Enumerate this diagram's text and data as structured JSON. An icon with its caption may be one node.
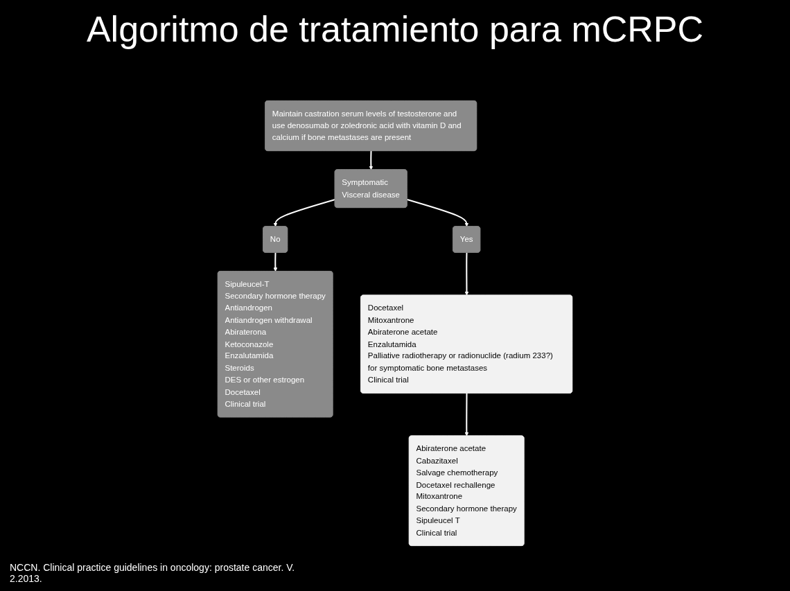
{
  "diagram": {
    "title": "Algoritmo de tratamiento para mCRPC",
    "caption": "NCCN. Clinical practice guidelines in oncology: prostate cancer. V. 2.2013.",
    "nodes": [
      {
        "text": [
          "Maintain castration serum levels of testosterone and use denosumab or zoledronic acid with vitamin D and calcium if bone metastases are present"
        ]
      },
      {
        "text": [
          "Symptomatic",
          "Visceral disease"
        ]
      },
      {
        "text": [
          "No"
        ]
      },
      {
        "text": [
          "Yes"
        ]
      },
      {
        "text": [
          "Sipuleucel-T",
          "Secondary hormone therapy",
          "Antiandrogen",
          "Antiandrogen withdrawal",
          "Abiraterona",
          "Ketoconazole",
          "Enzalutamida",
          "Steroids",
          "DES or other estrogen",
          "Docetaxel",
          "Clinical trial"
        ]
      },
      {
        "text": [
          "Docetaxel",
          "Mitoxantrone",
          "Abiraterone acetate",
          "Enzalutamida",
          "Palliative radiotherapy or radionuclide (radium 233?) for symptomatic bone metastases",
          "Clinical trial"
        ]
      },
      {
        "text": [
          "Abiraterone acetate",
          "Cabazitaxel",
          "Salvage chemotherapy",
          "Docetaxel rechallenge",
          "Mitoxantrone",
          "Secondary hormone therapy",
          "Sipuleucel T",
          "Clinical trial"
        ]
      }
    ],
    "edges": [
      {
        "from": 0,
        "to": 1,
        "arrow": "to"
      },
      {
        "from": 1,
        "to": 2,
        "arrow": "to"
      },
      {
        "from": 1,
        "to": 3,
        "arrow": "to"
      },
      {
        "from": 2,
        "to": 4,
        "arrow": "to"
      },
      {
        "from": 3,
        "to": 5,
        "arrow": "to"
      },
      {
        "from": 5,
        "to": 6,
        "arrow": "to"
      }
    ]
  }
}
